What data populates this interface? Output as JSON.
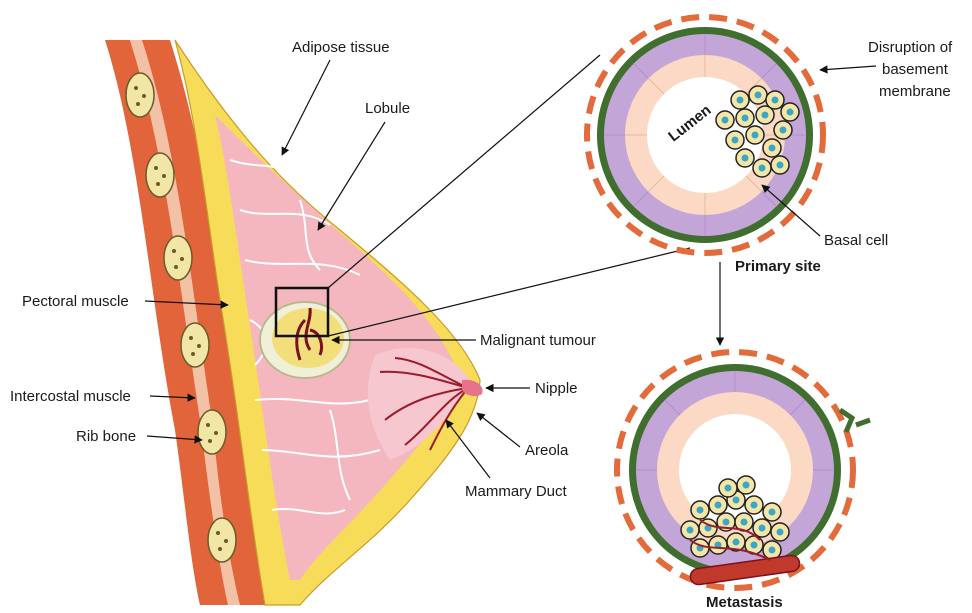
{
  "labels": {
    "adipose_tissue": "Adipose tissue",
    "lobule": "Lobule",
    "pectoral_muscle": "Pectoral muscle",
    "intercostal_muscle": "Intercostal muscle",
    "rib_bone": "Rib bone",
    "malignant_tumour": "Malignant tumour",
    "nipple": "Nipple",
    "areola": "Areola",
    "mammary_duct": "Mammary Duct",
    "disruption_line1": "Disruption of",
    "disruption_line2": "basement",
    "disruption_line3": "membrane",
    "lumen": "Lumen",
    "basal_cell": "Basal cell",
    "primary_site": "Primary site",
    "metastasis": "Metastasis"
  },
  "colors": {
    "muscle": "#e2643a",
    "muscle_light": "#f0a07e",
    "adipose": "#f7dc5a",
    "breast_tissue": "#f4b7bf",
    "lobule_lines": "#ffffff",
    "areola": "#f6c7cf",
    "duct": "#9b1c2a",
    "ring_outer": "#3f6e2e",
    "ring_purple": "#c3a5d8",
    "ring_inner": "#fbd9c4",
    "tumour_cell": "#f5e6a8",
    "cell_nucleus": "#3aa7c6"
  }
}
